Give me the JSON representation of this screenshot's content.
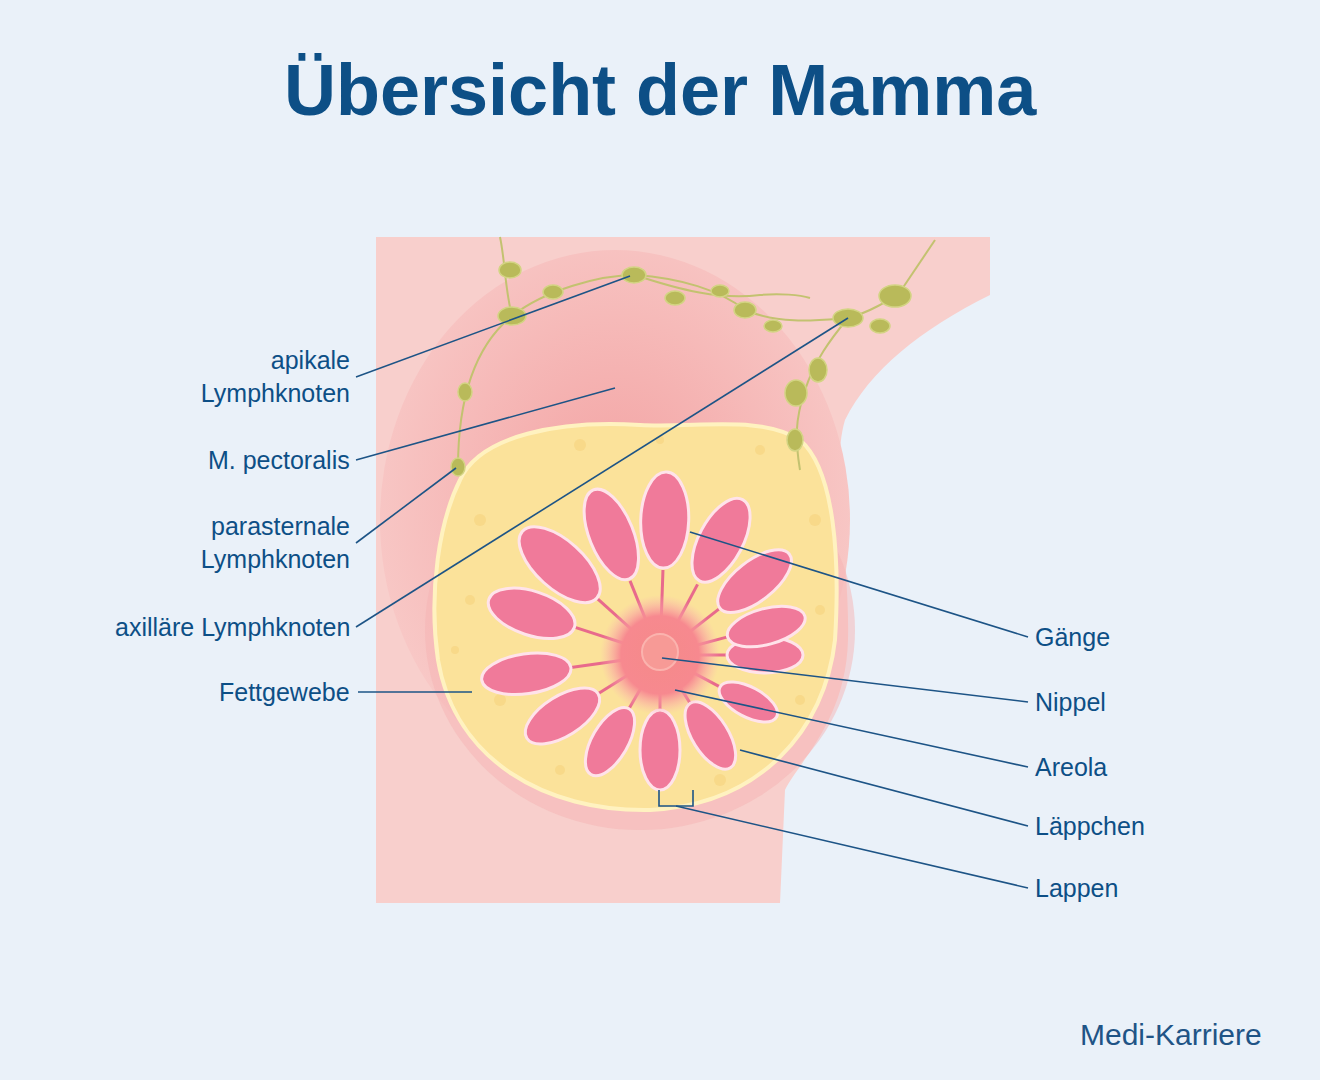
{
  "diagram": {
    "title": "Übersicht der Mamma",
    "labels": [
      "apikale Lymphknoten",
      "M. pectoralis",
      "parasternale Lymphknoten",
      "axilläre Lymphknoten",
      "Fettgewebe",
      "Gänge",
      "Nippel",
      "Areola",
      "Läppchen",
      "Lappen",
      "Medi-Karriere"
    ]
  }
}
